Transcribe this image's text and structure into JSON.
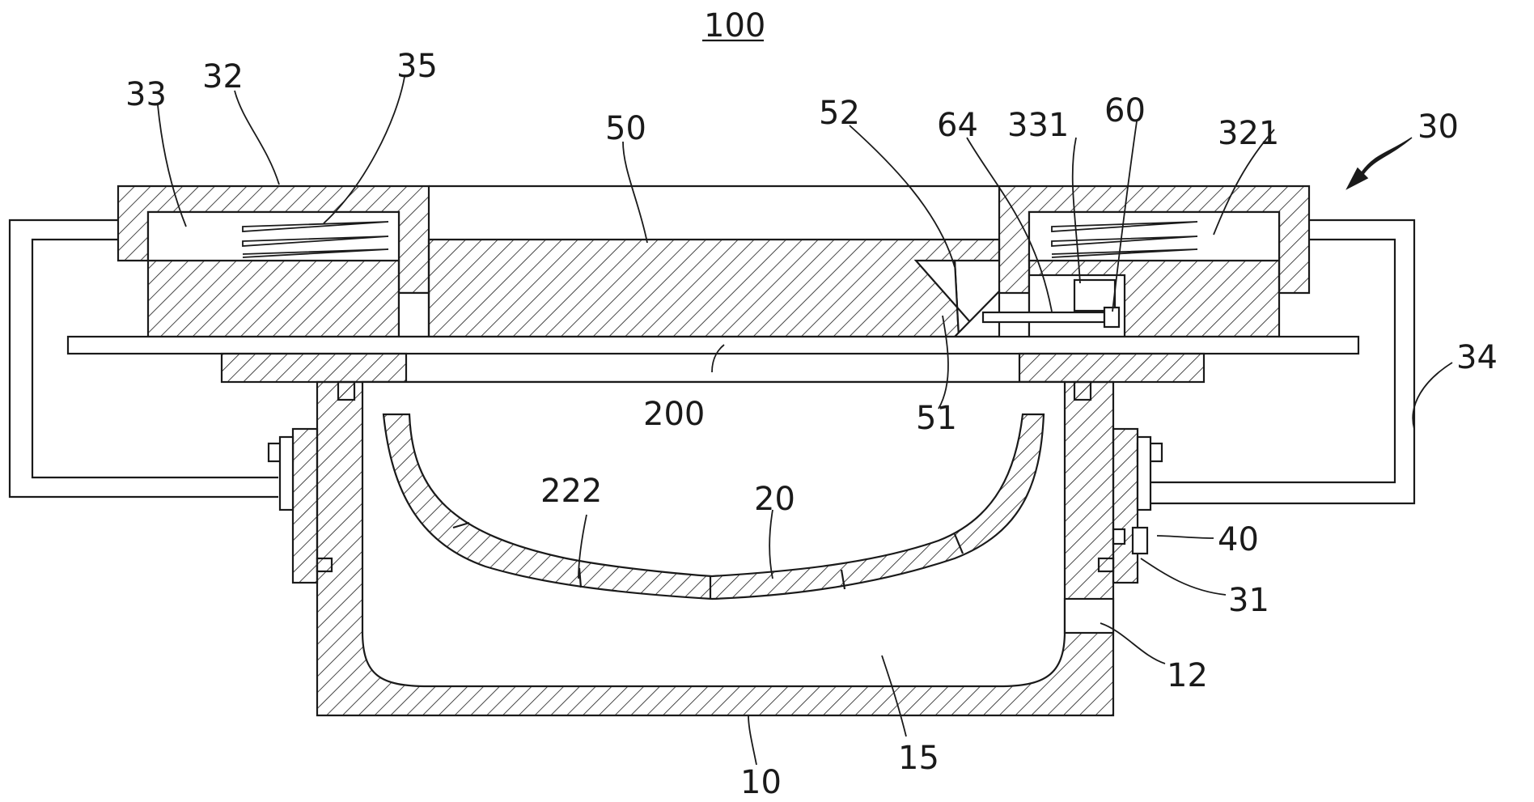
{
  "figure": {
    "number": "100",
    "labels": {
      "l33": "33",
      "l32": "32",
      "l35": "35",
      "l50": "50",
      "l52": "52",
      "l64": "64",
      "l331": "331",
      "l60": "60",
      "l321": "321",
      "l30": "30",
      "l34": "34",
      "l200": "200",
      "l51": "51",
      "l222": "222",
      "l20": "20",
      "l40": "40",
      "l31": "31",
      "l12": "12",
      "l15": "15",
      "l10": "10"
    }
  }
}
